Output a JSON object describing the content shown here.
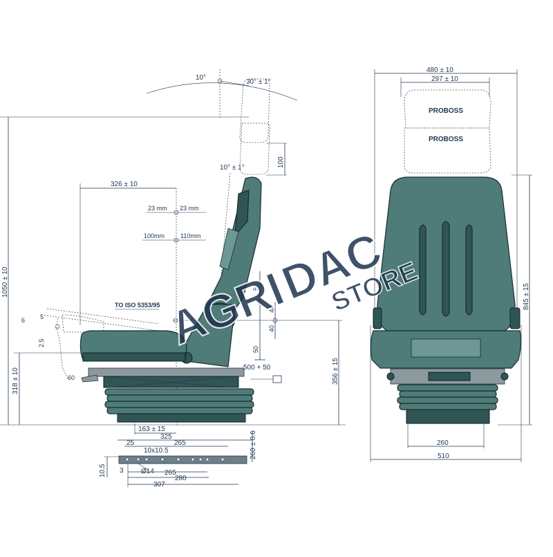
{
  "side_view": {
    "angle_top_left": "10°",
    "angle_top_right": "30° ± 1°",
    "angle_back": "10° ± 1°",
    "headrest_height": "100",
    "total_height": "1050 ± 10",
    "depth": "326 ± 10",
    "adj_a_left": "23 mm",
    "adj_a_right": "23 mm",
    "adj_b_left": "100mm",
    "adj_b_right": "110mm",
    "iso_label": "TO ISO 5353/95",
    "tilt_6": "6",
    "tilt_5": "5",
    "tilt_25": "2.5",
    "tilt_60": "60",
    "seat_height": "318 ± 10",
    "base_height": "356 ± 15",
    "stroke_50_top": "50",
    "stroke_40_a": "40",
    "stroke_40_b": "40",
    "stroke_50_bottom": "50",
    "slide_travel": "500 + 50",
    "rail_offset": "163 ± 15"
  },
  "rail_view": {
    "len_325": "325",
    "len_25": "25",
    "len_265_top": "265",
    "slot": "10x10.5",
    "hole": "Ø14",
    "len_265_bottom": "265",
    "len_280": "280",
    "len_307": "307",
    "len_3": "3",
    "height_105": "10.5",
    "width": "260 ± 0.6"
  },
  "front_view": {
    "outer_width": "480 ± 10",
    "inner_width": "297 ± 10",
    "brand_top": "PROBOSS",
    "brand_bottom": "PROBOSS",
    "height": "845 ± 15",
    "base_width": "260",
    "bottom_width": "510"
  },
  "watermark": {
    "line1a": "AGRI",
    "line1b": "DAC",
    "line2": "STORE"
  },
  "colors": {
    "seat": "#4f7b78",
    "lines": "#1f3550",
    "watermark_grey": "#6f6f6f",
    "watermark_green": "#9fb26a"
  }
}
